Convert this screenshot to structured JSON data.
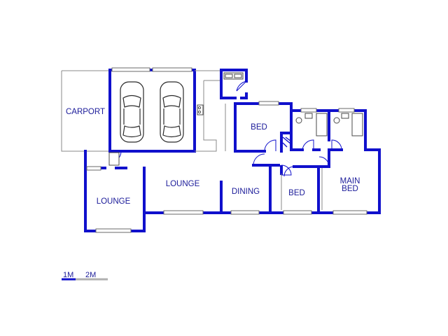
{
  "rooms": {
    "carport": "CARPORT",
    "bed1": "BED",
    "lounge_main": "LOUNGE",
    "lounge_west": "LOUNGE",
    "dining": "DINING",
    "bed2": "BED",
    "main_bed_line1": "MAIN",
    "main_bed_line2": "BED"
  },
  "scale": {
    "label_1m": "1M",
    "label_2m": "2M"
  },
  "colors": {
    "wall": "#1010cc",
    "label": "#1a1a99",
    "scale_grey": "#b0b0b0"
  }
}
